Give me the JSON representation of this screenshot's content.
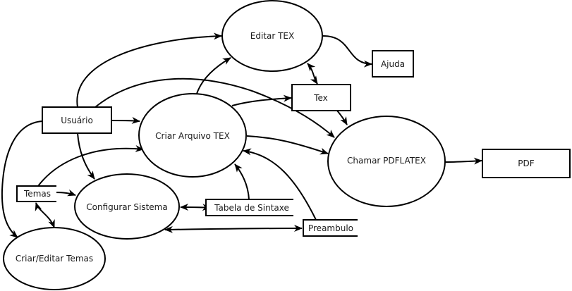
{
  "diagram": {
    "type": "data-flow-diagram",
    "nodes": {
      "editar_tex": {
        "label": "Editar TEX",
        "kind": "process"
      },
      "ajuda": {
        "label": "Ajuda",
        "kind": "external-entity"
      },
      "tex": {
        "label": "Tex",
        "kind": "external-entity"
      },
      "usuario": {
        "label": "Usuário",
        "kind": "external-entity"
      },
      "criar_arquivo_tex": {
        "label": "Criar Arquivo TEX",
        "kind": "process"
      },
      "chamar_pdflatex": {
        "label": "Chamar PDFLATEX",
        "kind": "process"
      },
      "pdf": {
        "label": "PDF",
        "kind": "external-entity"
      },
      "temas": {
        "label": "Temas",
        "kind": "data-store"
      },
      "configurar_sistema": {
        "label": "Configurar Sistema",
        "kind": "process"
      },
      "tabela_de_sintaxe": {
        "label": "Tabela de Sintaxe",
        "kind": "data-store"
      },
      "preambulo": {
        "label": "Preambulo",
        "kind": "data-store"
      },
      "criar_editar_temas": {
        "label": "Criar/Editar Temas",
        "kind": "process"
      }
    },
    "edges": [
      {
        "from": "Usuário",
        "to": "Editar TEX",
        "direction": "forward"
      },
      {
        "from": "Usuário",
        "to": "Criar Arquivo TEX",
        "direction": "forward"
      },
      {
        "from": "Usuário",
        "to": "Chamar PDFLATEX",
        "direction": "forward"
      },
      {
        "from": "Usuário",
        "to": "Configurar Sistema",
        "direction": "forward"
      },
      {
        "from": "Usuário",
        "to": "Criar/Editar Temas",
        "direction": "forward"
      },
      {
        "from": "Criar Arquivo TEX",
        "to": "Editar TEX",
        "direction": "forward"
      },
      {
        "from": "Criar Arquivo TEX",
        "to": "Tex",
        "direction": "forward"
      },
      {
        "from": "Criar Arquivo TEX",
        "to": "Chamar PDFLATEX",
        "direction": "forward"
      },
      {
        "from": "Editar TEX",
        "to": "Ajuda",
        "direction": "forward"
      },
      {
        "from": "Editar TEX",
        "to": "Tex",
        "direction": "both"
      },
      {
        "from": "Tex",
        "to": "Chamar PDFLATEX",
        "direction": "forward"
      },
      {
        "from": "Chamar PDFLATEX",
        "to": "PDF",
        "direction": "forward"
      },
      {
        "from": "Temas",
        "to": "Criar Arquivo TEX",
        "direction": "forward"
      },
      {
        "from": "Temas",
        "to": "Configurar Sistema",
        "direction": "forward"
      },
      {
        "from": "Temas",
        "to": "Criar/Editar Temas",
        "direction": "both"
      },
      {
        "from": "Configurar Sistema",
        "to": "Tabela de Sintaxe",
        "direction": "both"
      },
      {
        "from": "Configurar Sistema",
        "to": "Preambulo",
        "direction": "both"
      },
      {
        "from": "Tabela de Sintaxe",
        "to": "Criar Arquivo TEX",
        "direction": "forward"
      },
      {
        "from": "Preambulo",
        "to": "Criar Arquivo TEX",
        "direction": "forward"
      }
    ]
  }
}
